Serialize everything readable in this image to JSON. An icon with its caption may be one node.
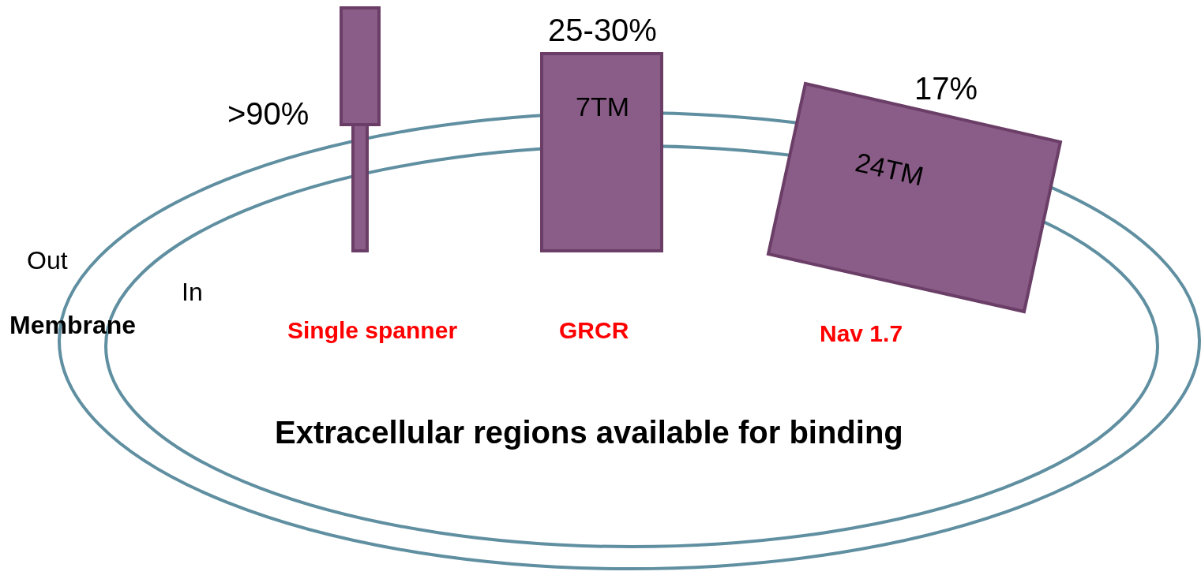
{
  "diagram": {
    "nodes": [
      {
        "text": [],
        "shape": "bar",
        "beside": [
          ">90%"
        ]
      },
      {
        "text": [
          "25-30%",
          "7TM"
        ]
      },
      {
        "text": [
          "17%",
          "24TM"
        ]
      }
    ],
    "labels": [
      "Out",
      "In",
      "Membrane",
      "Single spanner",
      "GRCR",
      "Nav 1.7",
      "Extracellular regions available for binding"
    ]
  }
}
